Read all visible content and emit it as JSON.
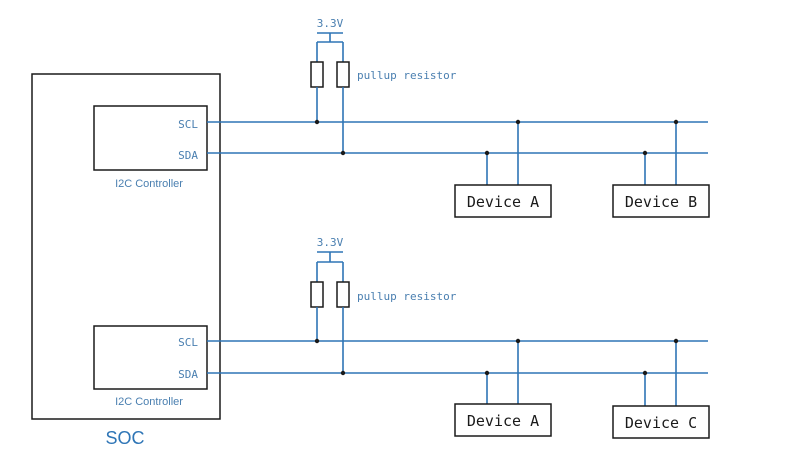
{
  "soc": {
    "label": "SOC"
  },
  "buses": [
    {
      "supply": "3.3V",
      "resistor_label": "pullup resistor",
      "controller_label": "I2C Controller",
      "scl_label": "SCL",
      "sda_label": "SDA",
      "devices": [
        "Device A",
        "Device B"
      ]
    },
    {
      "supply": "3.3V",
      "resistor_label": "pullup resistor",
      "controller_label": "I2C Controller",
      "scl_label": "SCL",
      "sda_label": "SDA",
      "devices": [
        "Device A",
        "Device C"
      ]
    }
  ],
  "colors": {
    "wire": "#2e75b6",
    "label_blue": "#4a7fb0",
    "outline": "#1a1a1a"
  }
}
